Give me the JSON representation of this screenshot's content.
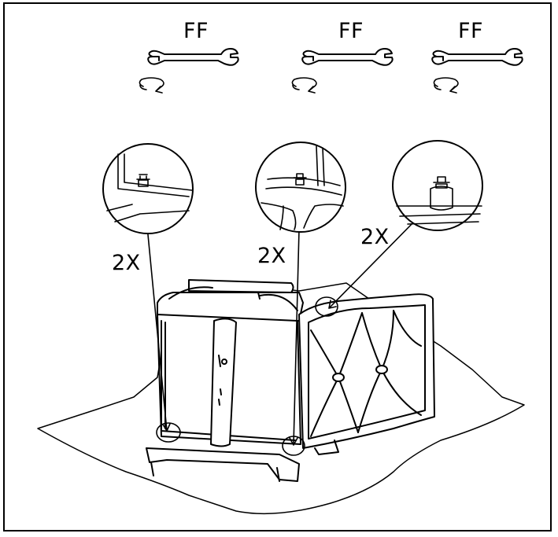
{
  "tools": [
    {
      "label": "FF",
      "icon": "wrench-icon",
      "rotation": "clockwise-rotation-icon"
    },
    {
      "label": "FF",
      "icon": "wrench-icon",
      "rotation": "clockwise-rotation-icon"
    },
    {
      "label": "FF",
      "icon": "wrench-icon",
      "rotation": "clockwise-rotation-icon"
    }
  ],
  "callouts": [
    {
      "quantity": "2X"
    },
    {
      "quantity": "2X"
    },
    {
      "quantity": "2X"
    }
  ],
  "colors": {
    "line": "#000000",
    "background": "#ffffff"
  }
}
